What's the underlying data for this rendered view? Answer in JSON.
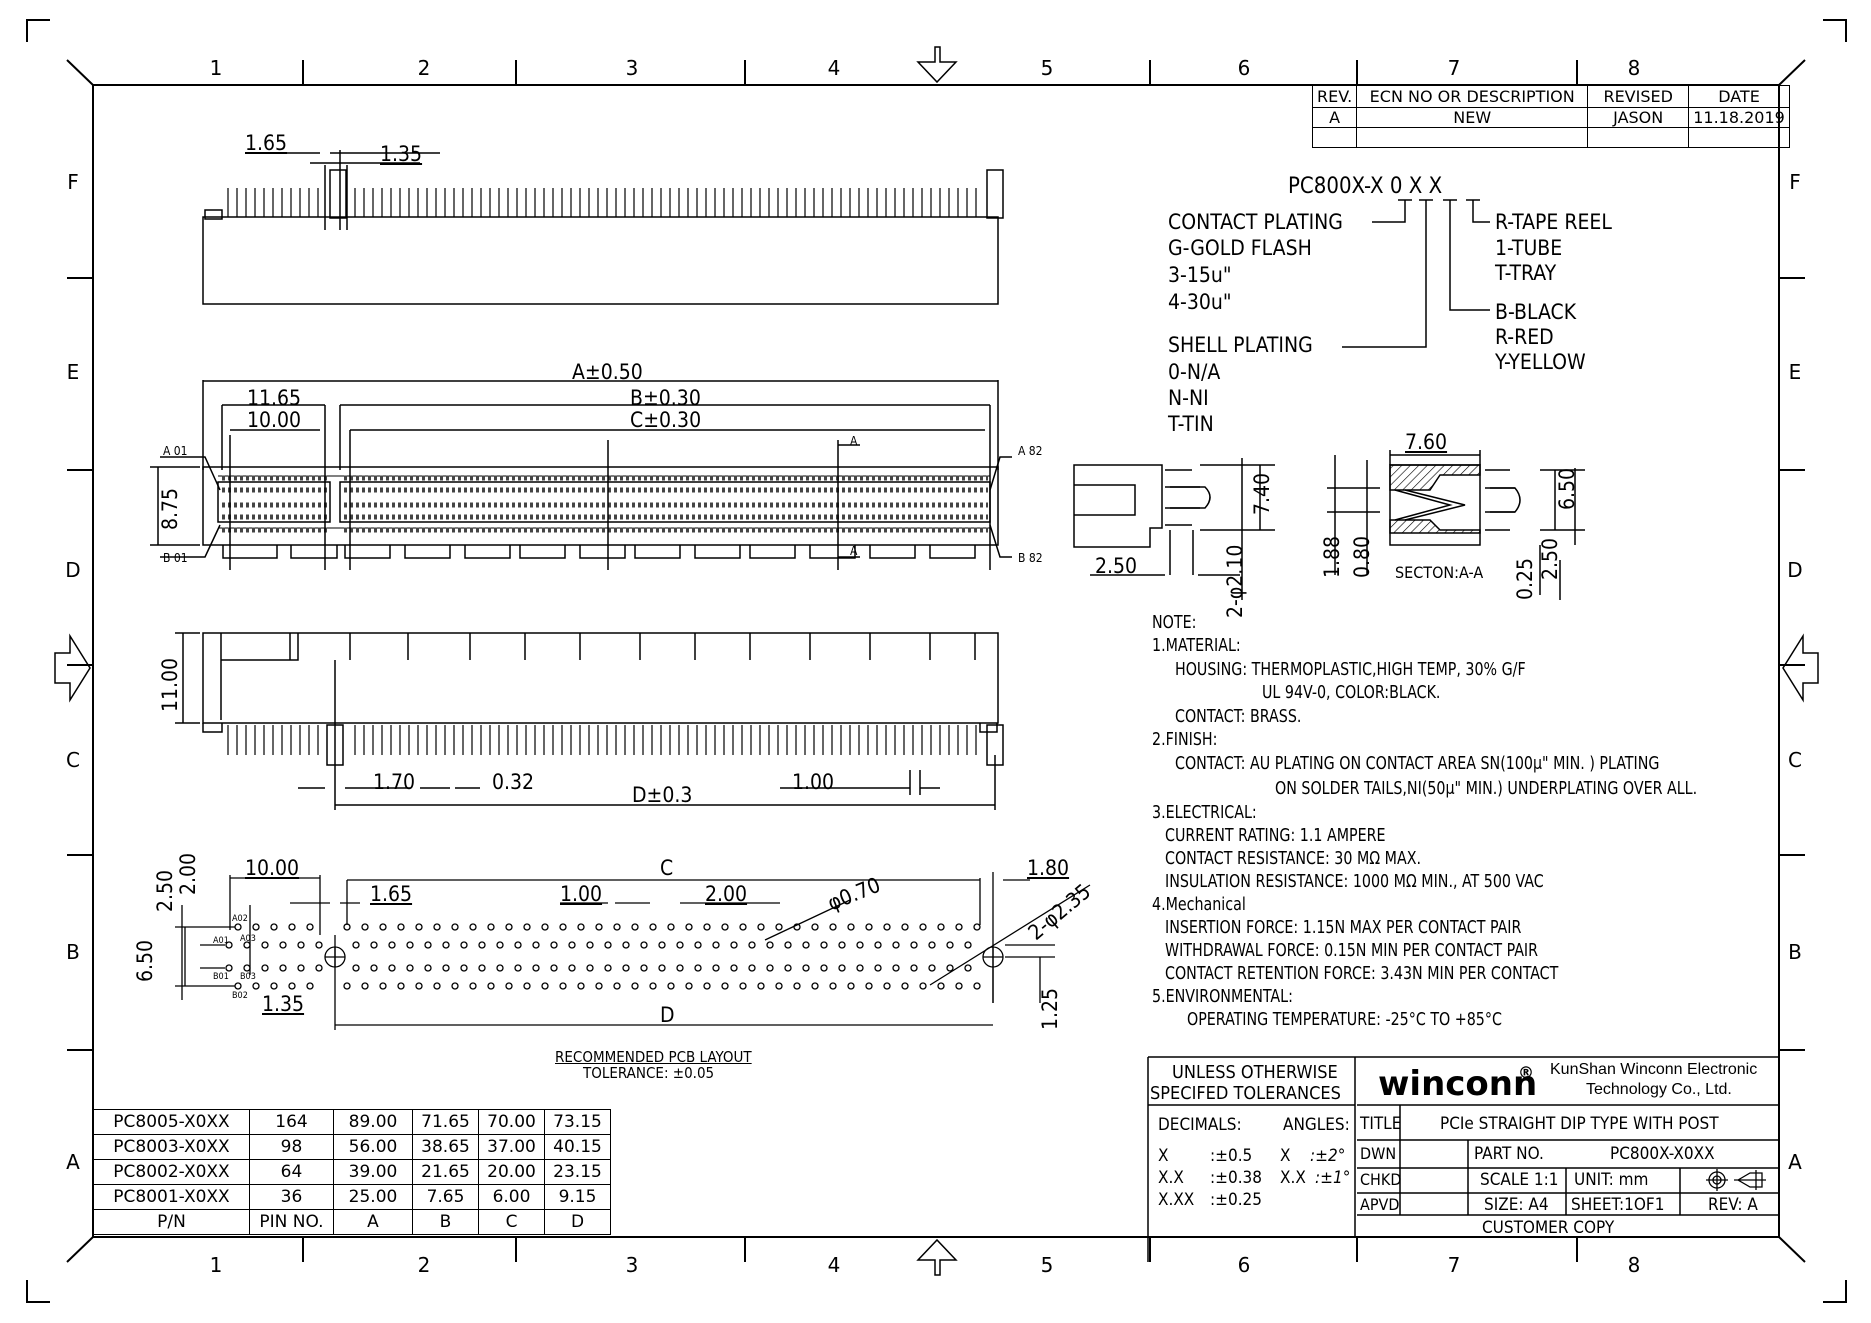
{
  "frame": {
    "columns": [
      "1",
      "2",
      "3",
      "4",
      "5",
      "6",
      "7",
      "8"
    ],
    "rows": [
      "F",
      "E",
      "D",
      "C",
      "B",
      "A"
    ]
  },
  "revision_table": {
    "headers": [
      "REV.",
      "ECN NO OR DESCRIPTION",
      "REVISED",
      "DATE"
    ],
    "rows": [
      [
        "A",
        "NEW",
        "JASON",
        "11.18.2019"
      ],
      [
        "",
        "",
        "",
        ""
      ]
    ]
  },
  "part_number_legend": {
    "code": "PC800X-X 0 X X",
    "contact_plating": {
      "label": "CONTACT PLATING",
      "options": [
        "G-GOLD FLASH",
        "3-15u\"",
        "4-30u\""
      ]
    },
    "shell_plating": {
      "label": "SHELL PLATING",
      "options": [
        "0-N/A",
        "N-NI",
        "T-TIN"
      ]
    },
    "packaging": {
      "options": [
        "R-TAPE REEL",
        "1-TUBE",
        "T-TRAY"
      ]
    },
    "color": {
      "options": [
        "B-BLACK",
        "R-RED",
        "Y-YELLOW"
      ]
    }
  },
  "dimensions": {
    "side_top": [
      "1.65",
      "1.35"
    ],
    "top_view": [
      "A±0.50",
      "B±0.30",
      "C±0.30",
      "11.65",
      "10.00",
      "8.75",
      "A 01",
      "B 01",
      "A 82",
      "B 82",
      "A",
      "A"
    ],
    "front_view": [
      "11.00",
      "1.70",
      "0.32",
      "1.00",
      "D±0.3"
    ],
    "end_view": [
      "7.40",
      "2.50",
      "2-φ2.10"
    ],
    "section": [
      "7.60",
      "6.50",
      "1.88",
      "0.80",
      "0.25",
      "2.50"
    ],
    "section_label": "SECTON:A-A",
    "pcb": [
      "10.00",
      "C",
      "1.80",
      "2.50",
      "2.00",
      "1.65",
      "1.00",
      "2.00",
      "φ0.70",
      "2-φ2.35",
      "6.50",
      "1.35",
      "D",
      "1.25",
      "A02",
      "A01",
      "A03",
      "B01",
      "B03",
      "B02"
    ]
  },
  "pcb_caption": {
    "title": "RECOMMENDED PCB LAYOUT",
    "tolerance": "TOLERANCE: ±0.05"
  },
  "notes": {
    "heading": "NOTE:",
    "lines": [
      "1.MATERIAL:",
      "HOUSING: THERMOPLASTIC,HIGH TEMP, 30% G/F",
      "UL 94V-0, COLOR:BLACK.",
      "CONTACT: BRASS.",
      "2.FINISH:",
      "CONTACT:  AU PLATING ON CONTACT AREA SN(100μ\" MIN. ) PLATING",
      "ON SOLDER TAILS,NI(50μ\" MIN.) UNDERPLATING OVER ALL.",
      "3.ELECTRICAL:",
      "CURRENT RATING: 1.1 AMPERE",
      "CONTACT RESISTANCE: 30 MΩ MAX.",
      "INSULATION RESISTANCE: 1000 MΩ MIN., AT 500 VAC",
      "4.Mechanical",
      "INSERTION FORCE: 1.15N MAX PER CONTACT PAIR",
      "WITHDRAWAL FORCE: 0.15N MIN PER CONTACT PAIR",
      "CONTACT RETENTION FORCE: 3.43N MIN PER CONTACT",
      "5.ENVIRONMENTAL:",
      "OPERATING TEMPERATURE: -25°C TO +85°C"
    ]
  },
  "pn_table": {
    "headers": [
      "P/N",
      "PIN NO.",
      "A",
      "B",
      "C",
      "D"
    ],
    "rows": [
      [
        "PC8005-X0XX",
        "164",
        "89.00",
        "71.65",
        "70.00",
        "73.15"
      ],
      [
        "PC8003-X0XX",
        "98",
        "56.00",
        "38.65",
        "37.00",
        "40.15"
      ],
      [
        "PC8002-X0XX",
        "64",
        "39.00",
        "21.65",
        "20.00",
        "23.15"
      ],
      [
        "PC8001-X0XX",
        "36",
        "25.00",
        "7.65",
        "6.00",
        "9.15"
      ]
    ]
  },
  "title_block": {
    "tolerance_header": [
      "UNLESS OTHERWISE",
      "SPECIFED TOLERANCES"
    ],
    "decimals_label": "DECIMALS:",
    "angles_label": "ANGLES:",
    "tolerances": [
      {
        "k": "X",
        "v": ":±0.5",
        "ak": "X",
        "av": ":±2°"
      },
      {
        "k": "X.X",
        "v": ":±0.38",
        "ak": "X.X",
        "av": ":±1°"
      },
      {
        "k": "X.XX",
        "v": ":±0.25",
        "ak": "",
        "av": ""
      }
    ],
    "logo": "winconn",
    "logo_mark": "®",
    "company": [
      "KunShan Winconn Electronic",
      "Technology Co., Ltd."
    ],
    "title_label": "TITLE",
    "title": "PCIe STRAIGHT DIP TYPE WITH POST",
    "dwn": "DWN",
    "chkd": "CHKD",
    "apvd": "APVD",
    "part_no_label": "PART NO.",
    "part_no": "PC800X-X0XX",
    "scale": "SCALE 1:1",
    "unit": "UNIT: mm",
    "size": "SIZE: A4",
    "sheet": "SHEET:1OF1",
    "rev": "REV: A",
    "copy": "CUSTOMER COPY"
  }
}
